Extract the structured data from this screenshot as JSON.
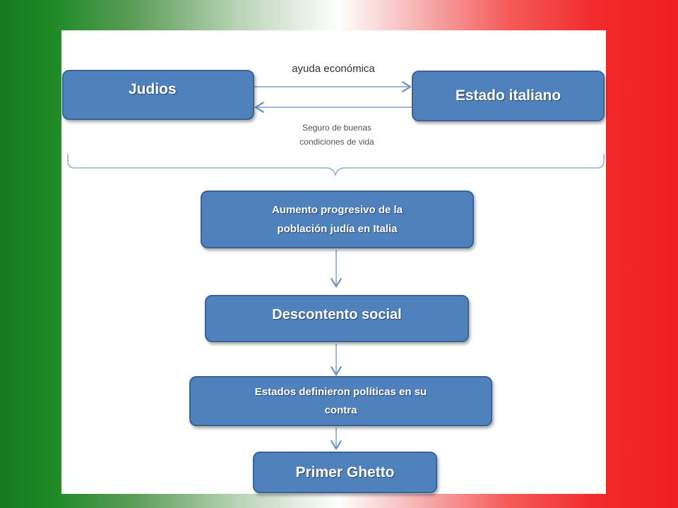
{
  "nodes": {
    "judios": "Judios",
    "estado": "Estado italiano",
    "aumento_line1": "Aumento progresivo de la",
    "aumento_line2": "población judía en Italia",
    "descontento": "Descontento social",
    "estados_line1": "Estados definieron políticas en su",
    "estados_line2": "contra",
    "ghetto": "Primer Ghetto"
  },
  "edges": {
    "ayuda": "ayuda económica",
    "seguro_line1": "Seguro de buenas",
    "seguro_line2": "condiciones de vida"
  },
  "colors": {
    "box_fill": "#4f81bd",
    "box_border": "#3b6496",
    "connector": "#7fa2cf",
    "flag_green": "#137a1e",
    "flag_red": "#f01e1e"
  }
}
